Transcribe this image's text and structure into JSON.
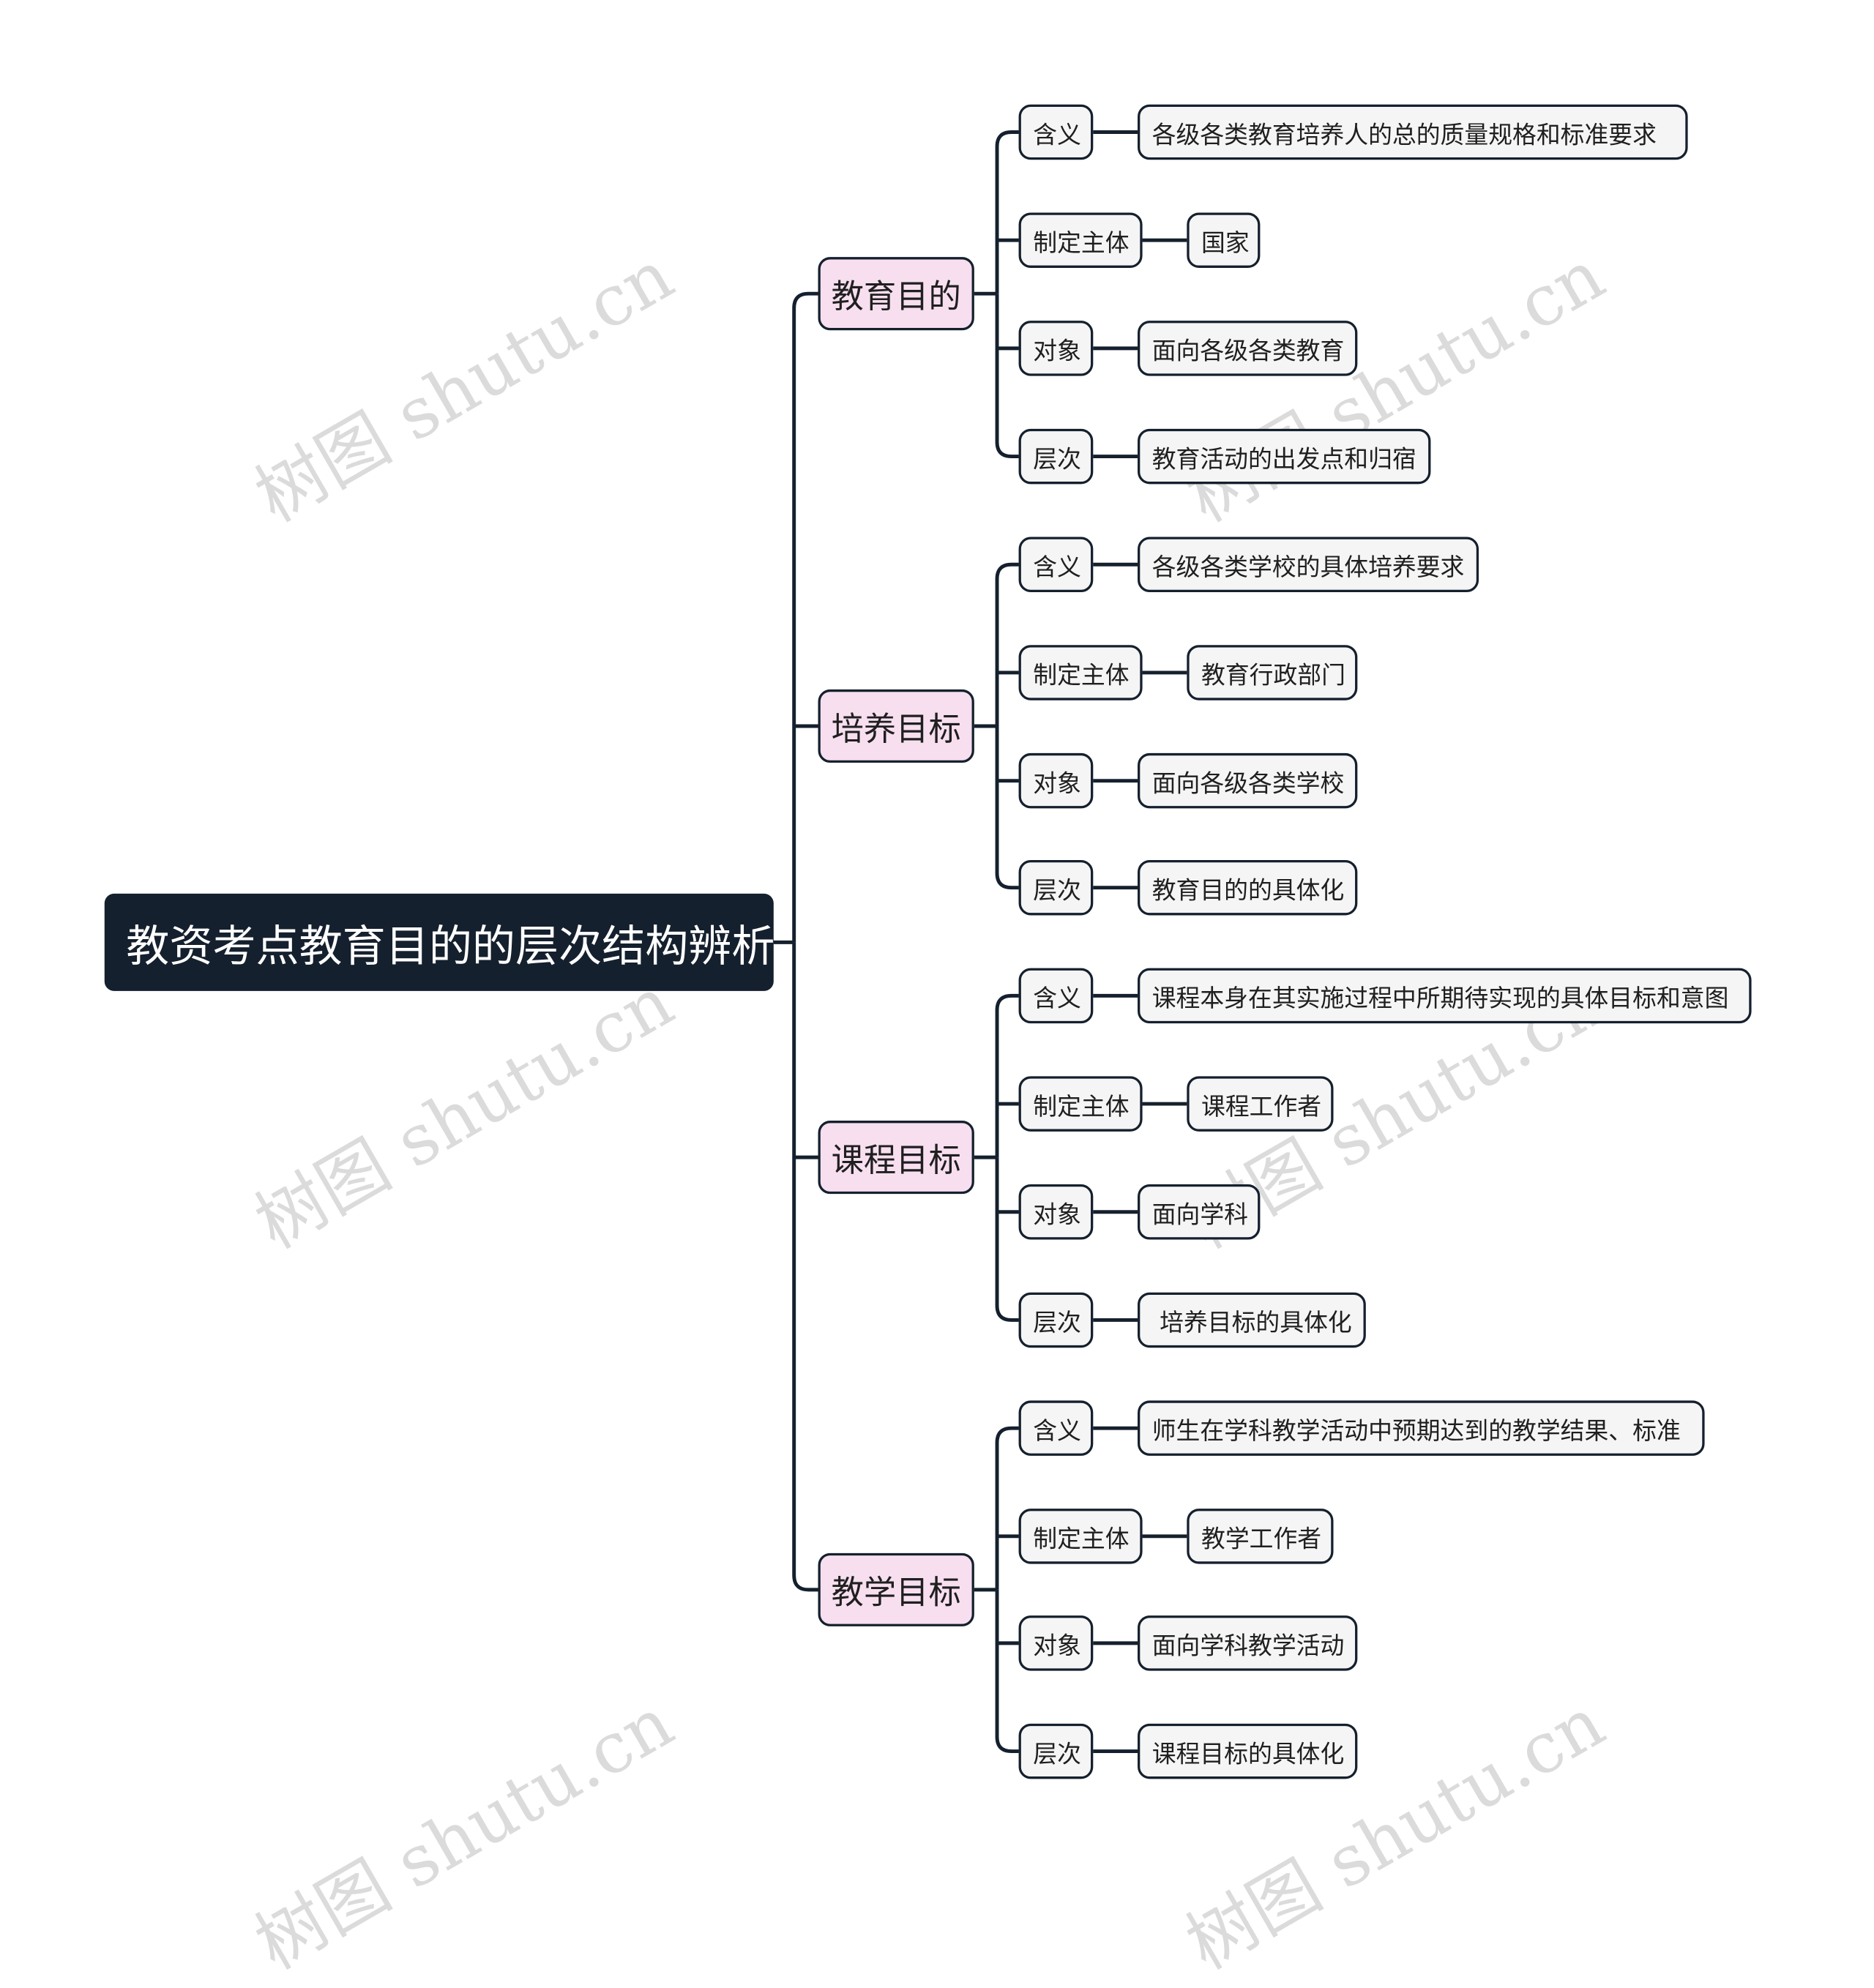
{
  "root": {
    "label": "教资考点教育目的的层次结构辨析"
  },
  "branches": [
    {
      "label": "教育目的",
      "items": [
        {
          "key": "含义",
          "value": "各级各类教育培养人的总的质量规格和标准要求"
        },
        {
          "key": "制定主体",
          "value": "国家"
        },
        {
          "key": "对象",
          "value": "面向各级各类教育"
        },
        {
          "key": "层次",
          "value": "教育活动的出发点和归宿"
        }
      ]
    },
    {
      "label": "培养目标",
      "items": [
        {
          "key": "含义",
          "value": "各级各类学校的具体培养要求"
        },
        {
          "key": "制定主体",
          "value": "教育行政部门"
        },
        {
          "key": "对象",
          "value": "面向各级各类学校"
        },
        {
          "key": "层次",
          "value": "教育目的的具体化"
        }
      ]
    },
    {
      "label": "课程目标",
      "items": [
        {
          "key": "含义",
          "value": "课程本身在其实施过程中所期待实现的具体目标和意图"
        },
        {
          "key": "制定主体",
          "value": "课程工作者"
        },
        {
          "key": "对象",
          "value": "面向学科"
        },
        {
          "key": "层次",
          "value": " 培养目标的具体化"
        }
      ]
    },
    {
      "label": "教学目标",
      "items": [
        {
          "key": "含义",
          "value": "师生在学科教学活动中预期达到的教学结果、标准"
        },
        {
          "key": "制定主体",
          "value": "教学工作者"
        },
        {
          "key": "对象",
          "value": "面向学科教学活动"
        },
        {
          "key": "层次",
          "value": "课程目标的具体化"
        }
      ]
    }
  ],
  "watermark": {
    "text": "树图 shutu.cn"
  },
  "colors": {
    "root_bg": "#15202e",
    "branch_bg": "#f7dff0",
    "leaf_bg": "#f5f5f5",
    "line": "#15202e"
  }
}
